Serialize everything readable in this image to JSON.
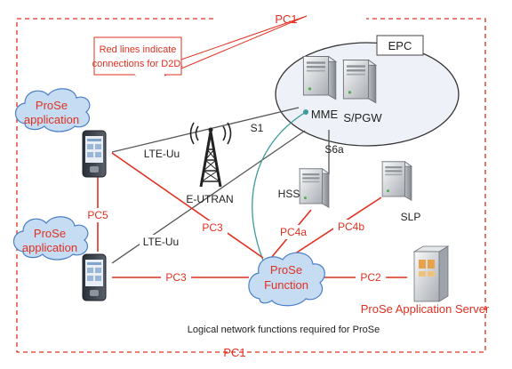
{
  "colors": {
    "red": "#e03020",
    "cloud_fill": "#c6dcf2",
    "cloud_stroke": "#4a7fc8",
    "epc_fill": "#eef2f8",
    "link_gray": "#555555",
    "teal": "#3f9c9c",
    "tower": "#222222"
  },
  "boundary": {
    "top_label": "PC1",
    "bottom_label": "PC1"
  },
  "callout": {
    "line1": "Red lines indicate",
    "line2": "connections for D2D."
  },
  "epc": {
    "label": "EPC",
    "mme": "MME",
    "spgw": "S/PGW"
  },
  "clouds": {
    "app_top": {
      "line1": "ProSe",
      "line2": "application"
    },
    "app_bottom": {
      "line1": "ProSe",
      "line2": "application"
    },
    "function": {
      "line1": "ProSe",
      "line2": "Function"
    }
  },
  "nodes": {
    "eutran": "E-UTRAN",
    "hss": "HSS",
    "slp": "SLP",
    "app_server": "ProSe Application Server"
  },
  "links": {
    "lte_uu_top": "LTE-Uu",
    "lte_uu_bottom": "LTE-Uu",
    "s1": "S1",
    "s6a": "S6a",
    "pc5": "PC5",
    "pc3_upper": "PC3",
    "pc3_lower": "PC3",
    "pc4a": "PC4a",
    "pc4b": "PC4b",
    "pc2": "PC2"
  },
  "caption": "Logical network functions required for ProSe",
  "icons": {
    "server": "server-icon",
    "phone": "phone-icon",
    "tower": "antenna-tower-icon",
    "app_server": "application-server-icon"
  }
}
